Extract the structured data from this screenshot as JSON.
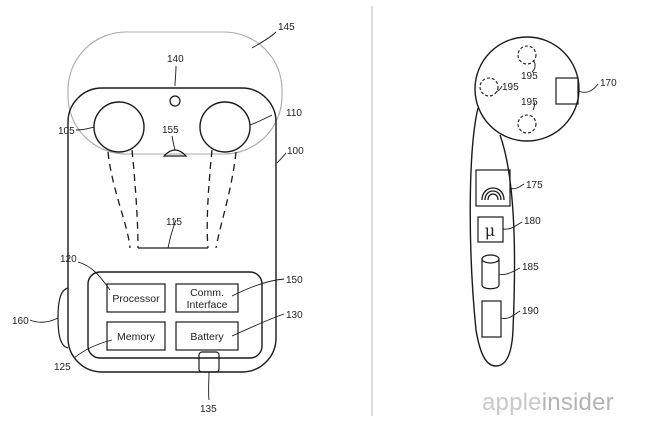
{
  "labels": {
    "r145": "145",
    "r140": "140",
    "r105": "105",
    "r110": "110",
    "r155": "155",
    "r100": "100",
    "r115": "115",
    "r120": "120",
    "r150": "150",
    "r160": "160",
    "r130": "130",
    "r125": "125",
    "r135": "135",
    "r170": "170",
    "r195a": "195",
    "r195b": "195",
    "r195c": "195",
    "r175": "175",
    "r180": "180",
    "r185": "185",
    "r190": "190"
  },
  "components": {
    "processor": "Processor",
    "comm_line1": "Comm.",
    "comm_line2": "Interface",
    "memory": "Memory",
    "battery": "Battery",
    "micro_symbol": "μ"
  },
  "watermark": {
    "part1": "apple",
    "part2": "insider"
  },
  "colors": {
    "line": "#1a1a1a",
    "watermark_light": "#c9c9c9",
    "watermark_dark": "#b4b4b4"
  }
}
